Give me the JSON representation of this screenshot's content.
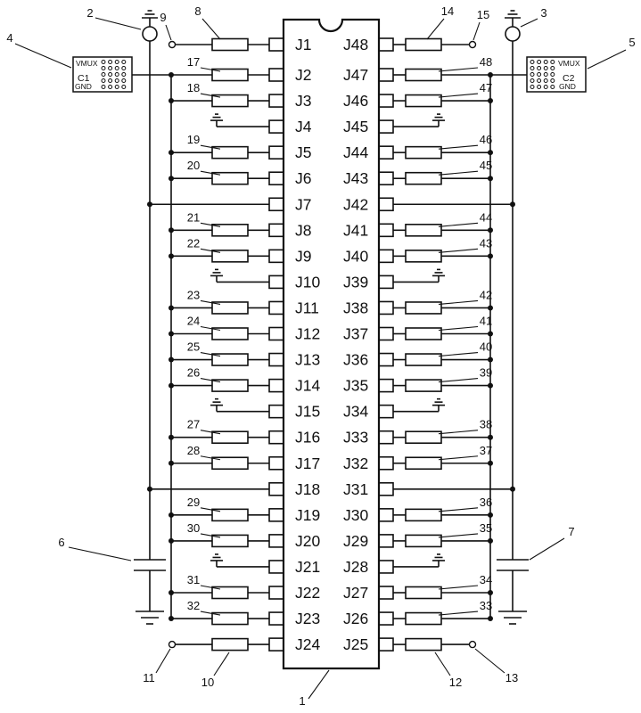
{
  "style": {
    "ink": "#111111",
    "background": "#ffffff"
  },
  "figure": {
    "ic_callout": "1",
    "left_pins": [
      "J1",
      "J2",
      "J3",
      "J4",
      "J5",
      "J6",
      "J7",
      "J8",
      "J9",
      "J10",
      "J11",
      "J12",
      "J13",
      "J14",
      "J15",
      "J16",
      "J17",
      "J18",
      "J19",
      "J20",
      "J21",
      "J22",
      "J23",
      "J24"
    ],
    "right_pins": [
      "J48",
      "J47",
      "J46",
      "J45",
      "J44",
      "J43",
      "J42",
      "J41",
      "J40",
      "J39",
      "J38",
      "J37",
      "J36",
      "J35",
      "J34",
      "J33",
      "J32",
      "J31",
      "J30",
      "J29",
      "J28",
      "J27",
      "J26",
      "J25"
    ],
    "left_rows": [
      {
        "component": "resistor",
        "callout": "8",
        "terminal_callout": "9"
      },
      {
        "component": "resistor",
        "callout": "17"
      },
      {
        "component": "resistor",
        "callout": "18"
      },
      {
        "component": "ground"
      },
      {
        "component": "resistor",
        "callout": "19"
      },
      {
        "component": "resistor",
        "callout": "20"
      },
      {
        "component": "bus"
      },
      {
        "component": "resistor",
        "callout": "21"
      },
      {
        "component": "resistor",
        "callout": "22"
      },
      {
        "component": "ground"
      },
      {
        "component": "resistor",
        "callout": "23"
      },
      {
        "component": "resistor",
        "callout": "24"
      },
      {
        "component": "resistor",
        "callout": "25"
      },
      {
        "component": "resistor",
        "callout": "26"
      },
      {
        "component": "ground"
      },
      {
        "component": "resistor",
        "callout": "27"
      },
      {
        "component": "resistor",
        "callout": "28"
      },
      {
        "component": "bus"
      },
      {
        "component": "resistor",
        "callout": "29"
      },
      {
        "component": "resistor",
        "callout": "30"
      },
      {
        "component": "ground"
      },
      {
        "component": "resistor",
        "callout": "31"
      },
      {
        "component": "resistor",
        "callout": "32"
      },
      {
        "component": "resistor",
        "callout": "10",
        "terminal_callout": "11"
      }
    ],
    "right_rows": [
      {
        "component": "resistor",
        "callout": "14",
        "terminal_callout": "15"
      },
      {
        "component": "resistor",
        "callout": "48"
      },
      {
        "component": "resistor",
        "callout": "47"
      },
      {
        "component": "ground"
      },
      {
        "component": "resistor",
        "callout": "46"
      },
      {
        "component": "resistor",
        "callout": "45"
      },
      {
        "component": "bus"
      },
      {
        "component": "resistor",
        "callout": "44"
      },
      {
        "component": "resistor",
        "callout": "43"
      },
      {
        "component": "ground"
      },
      {
        "component": "resistor",
        "callout": "42"
      },
      {
        "component": "resistor",
        "callout": "41"
      },
      {
        "component": "resistor",
        "callout": "40"
      },
      {
        "component": "resistor",
        "callout": "39"
      },
      {
        "component": "ground"
      },
      {
        "component": "resistor",
        "callout": "38"
      },
      {
        "component": "resistor",
        "callout": "37"
      },
      {
        "component": "bus"
      },
      {
        "component": "resistor",
        "callout": "36"
      },
      {
        "component": "resistor",
        "callout": "35"
      },
      {
        "component": "ground"
      },
      {
        "component": "resistor",
        "callout": "34"
      },
      {
        "component": "resistor",
        "callout": "33"
      },
      {
        "component": "resistor",
        "callout": "12",
        "terminal_callout": "13"
      }
    ],
    "left_source_callout": "2",
    "right_source_callout": "3",
    "left_vmux": {
      "callout": "4",
      "title": "VMUX",
      "channel": "C1",
      "gnd": "GND"
    },
    "right_vmux": {
      "callout": "5",
      "title": "VMUX",
      "channel": "C2",
      "gnd": "GND"
    },
    "left_cap_callout": "6",
    "right_cap_callout": "7"
  }
}
